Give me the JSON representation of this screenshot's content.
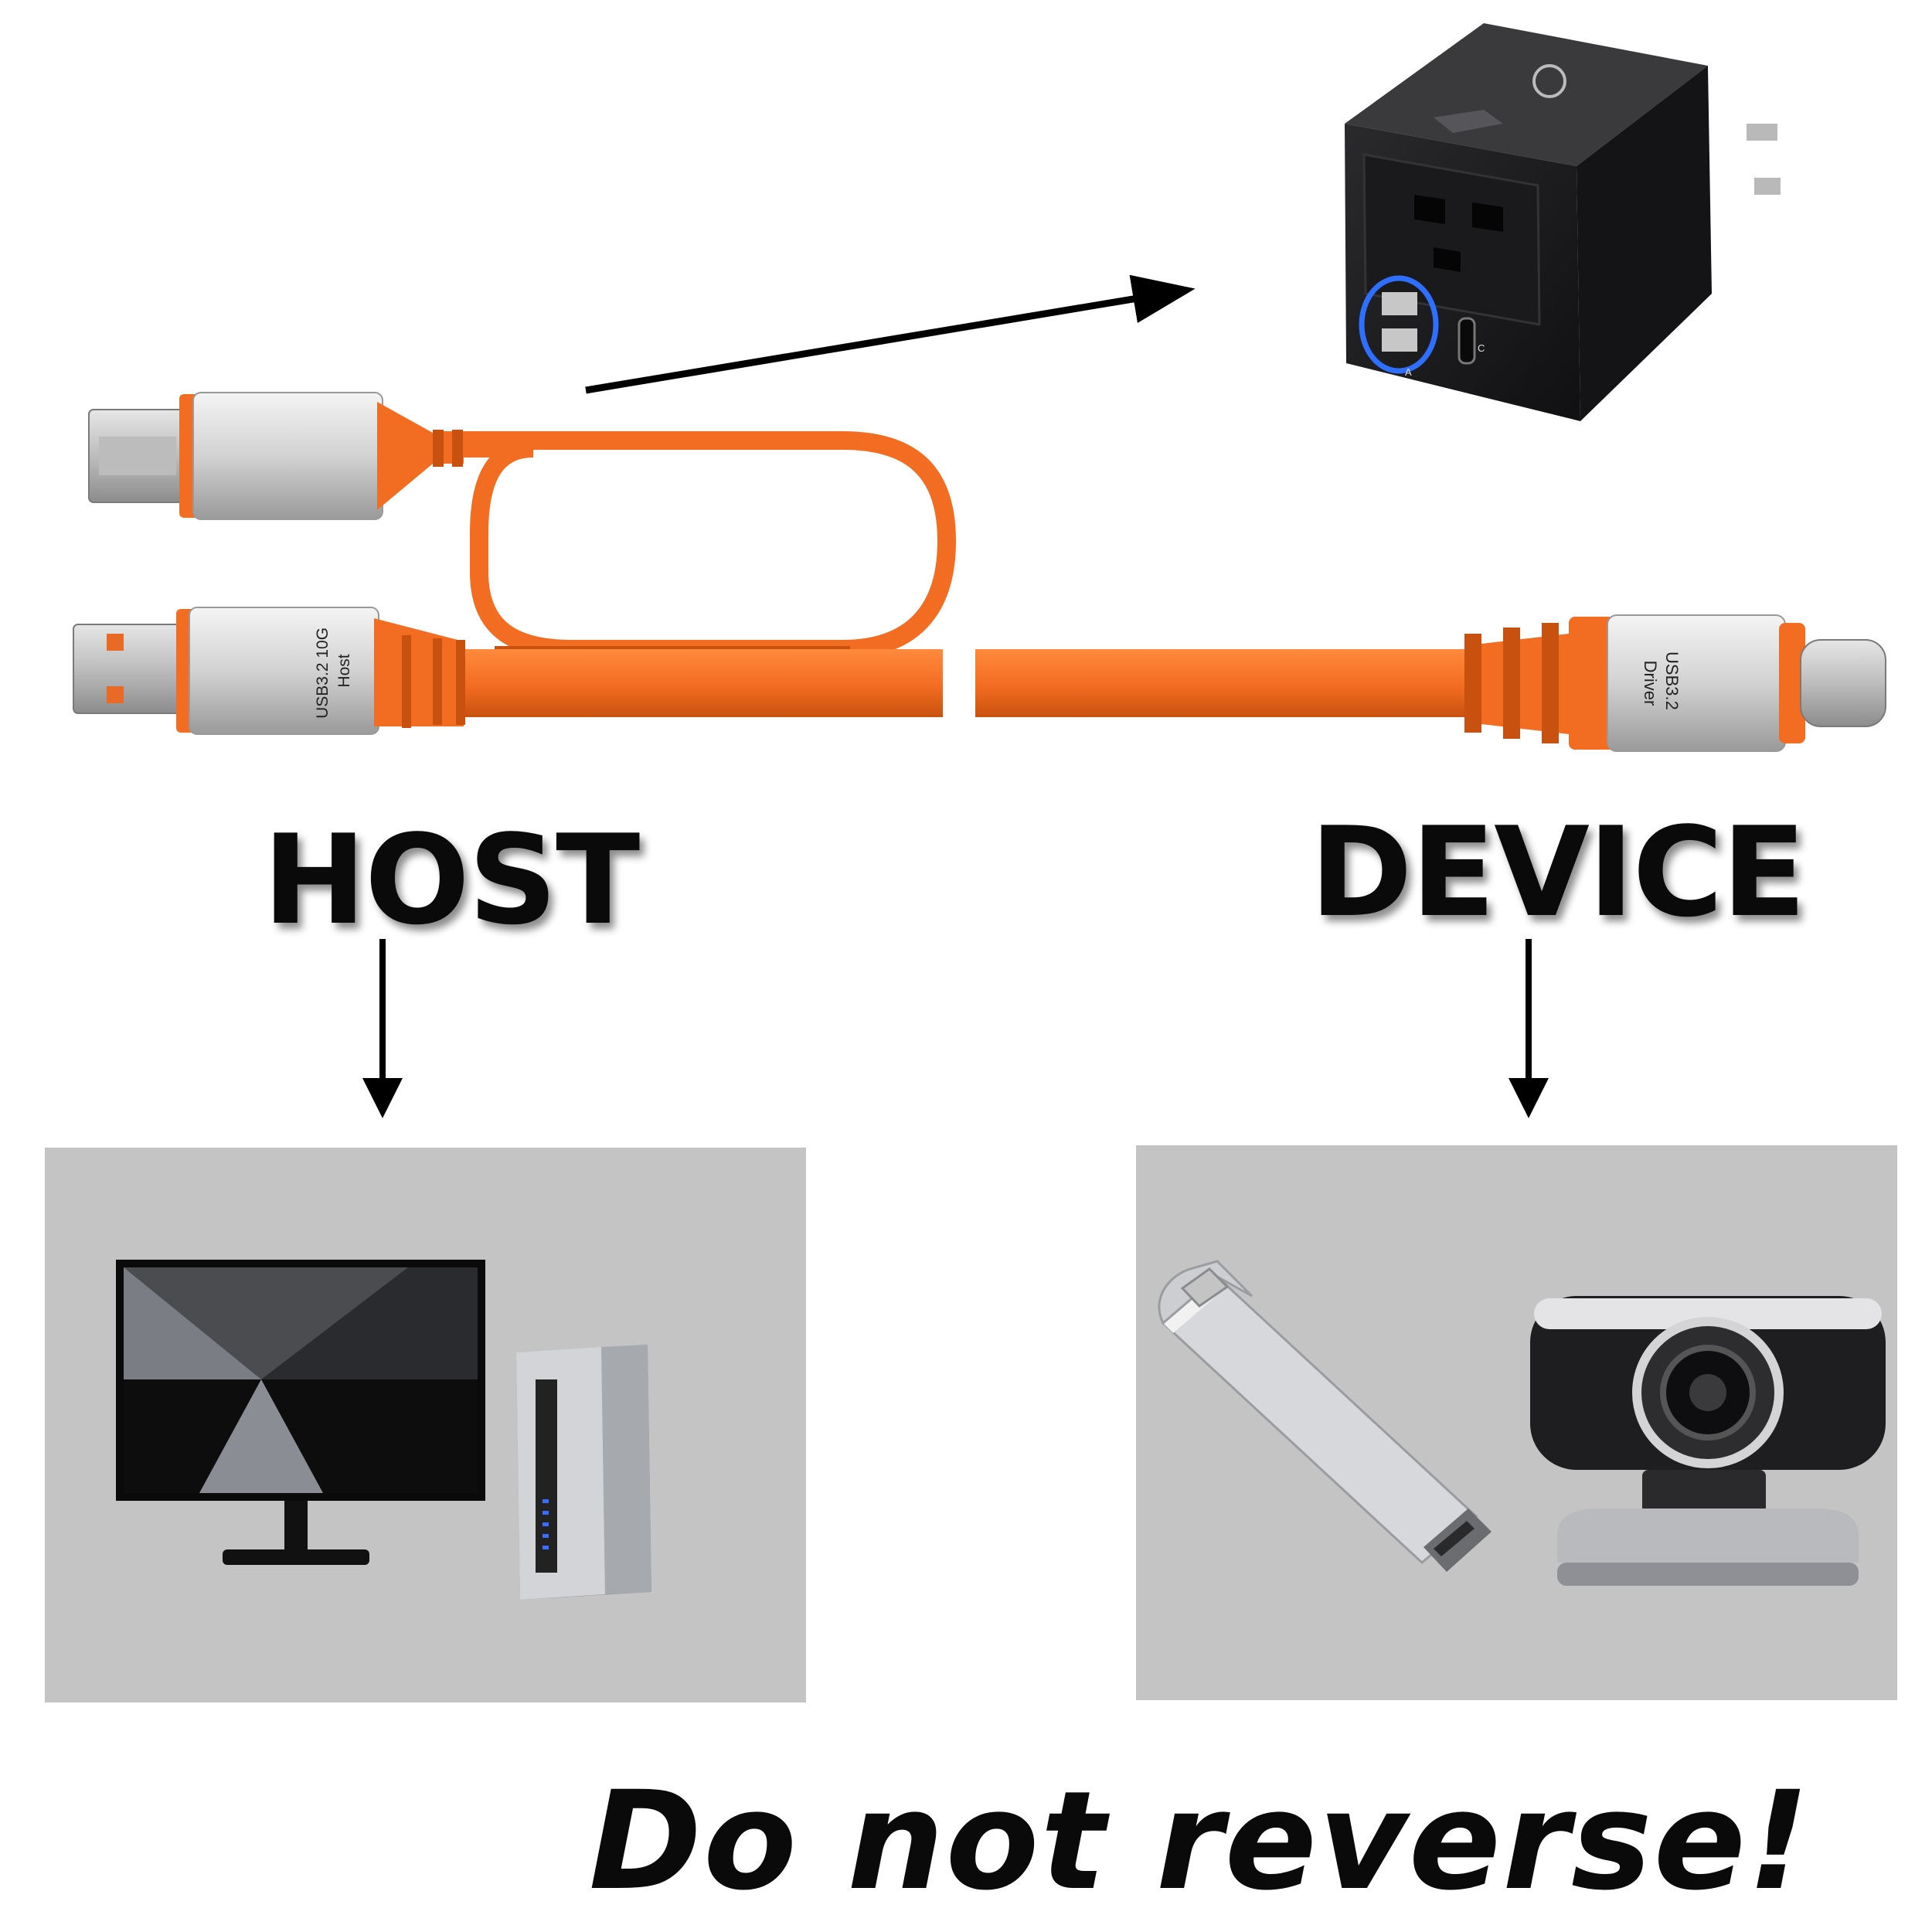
{
  "labels": {
    "host": "HOST",
    "device": "DEVICE",
    "warning": "Do not reverse!"
  },
  "cable": {
    "host_plug_text_line1": "USB3.2 10G",
    "host_plug_text_line2": "Host",
    "device_plug_text_line1": "USB3.2",
    "device_plug_text_line2": "Driver"
  },
  "adapter": {
    "usb_a_port_label": "A",
    "usb_c_port_label": "C"
  },
  "colors": {
    "cable": "#f26c22",
    "panel": "#c4c4c4",
    "text": "#0a0a0a",
    "adapter": "#1c1c1e",
    "port_glow": "#2f6fff"
  },
  "icons": [
    "usb-a-plug-icon",
    "usb-c-plug-icon",
    "wall-adapter-icon",
    "monitor-icon",
    "desktop-tower-icon",
    "usb-flash-drive-icon",
    "webcam-icon",
    "arrow-icon"
  ]
}
